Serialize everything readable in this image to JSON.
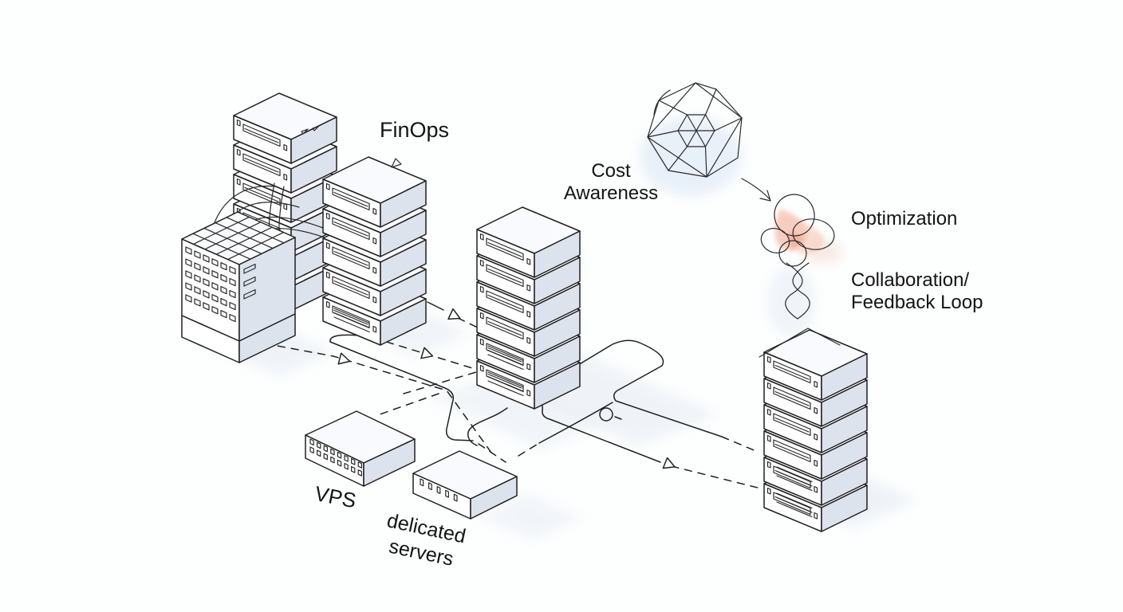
{
  "labels": {
    "finops": "FinOps",
    "cost_awareness": [
      "Cost",
      "Awareness"
    ],
    "optimization": "Optimization",
    "collaboration": [
      "Collaboration/",
      "Feedback Loop"
    ],
    "vps": "VPS",
    "dedicated": [
      "delicated",
      "servers"
    ]
  },
  "icons": {
    "polyhedron": "geodesic-sphere-icon",
    "flower": "knot-flower-icon",
    "twist": "dna-twist-icon",
    "arrow": "triangle-arrow-icon",
    "node": "circle-node-icon",
    "server_stack": "server-stack-illustration",
    "rack_cube": "rack-cube-illustration",
    "vps_box": "vps-box-illustration",
    "dedicated_box": "dedicated-server-box-illustration"
  },
  "stacks": {
    "back_left_units": 6,
    "finops_units": 5,
    "middle_units": 6,
    "right_units": 6
  },
  "colors": {
    "line": "#202022",
    "side_face": "#dde3ed",
    "top_face": "#f9fafd",
    "white_face": "#ffffff",
    "shadow": "#e7ecf4",
    "halo_blue": "#e4edf8",
    "salmon": "#f2a78f",
    "peach": "#f6c9b4",
    "deep_salmon": "#ea9480",
    "text": "#141414",
    "background": "#fdfefe"
  }
}
